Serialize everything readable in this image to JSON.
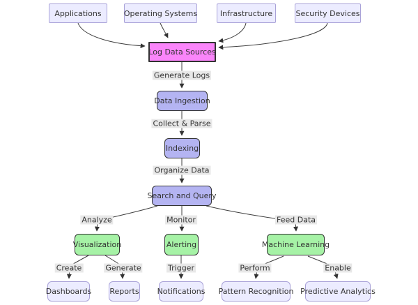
{
  "diagram": {
    "type": "flowchart",
    "direction": "top-down",
    "colors": {
      "node_default_fill": "#ECECFF",
      "node_default_border": "#a9a2d8",
      "source_fill": "#fa85fa",
      "process_fill": "#b4b4f2",
      "analytics_fill": "#a6f2a6",
      "dark_border": "#333333",
      "edge_color": "#3f3f3f",
      "edge_label_bg": "#e8e8e8",
      "text_color": "#333333"
    },
    "nodes": [
      {
        "id": "applications",
        "label": "Applications",
        "kind": "default"
      },
      {
        "id": "operating-systems",
        "label": "Operating Systems",
        "kind": "default"
      },
      {
        "id": "infrastructure",
        "label": "Infrastructure",
        "kind": "default"
      },
      {
        "id": "security-devices",
        "label": "Security Devices",
        "kind": "default"
      },
      {
        "id": "log-data-sources",
        "label": "Log Data Sources",
        "kind": "source"
      },
      {
        "id": "data-ingestion",
        "label": "Data Ingestion",
        "kind": "process"
      },
      {
        "id": "indexing",
        "label": "Indexing",
        "kind": "process"
      },
      {
        "id": "search-and-query",
        "label": "Search and Query",
        "kind": "process"
      },
      {
        "id": "visualization",
        "label": "Visualization",
        "kind": "analytics"
      },
      {
        "id": "alerting",
        "label": "Alerting",
        "kind": "analytics"
      },
      {
        "id": "machine-learning",
        "label": "Machine Learning",
        "kind": "analytics"
      },
      {
        "id": "dashboards",
        "label": "Dashboards",
        "kind": "default"
      },
      {
        "id": "reports",
        "label": "Reports",
        "kind": "default"
      },
      {
        "id": "notifications",
        "label": "Notifications",
        "kind": "default"
      },
      {
        "id": "pattern-recognition",
        "label": "Pattern Recognition",
        "kind": "default"
      },
      {
        "id": "predictive-analytics",
        "label": "Predictive Analytics",
        "kind": "default"
      }
    ],
    "edges": [
      {
        "from": "applications",
        "to": "log-data-sources",
        "label": ""
      },
      {
        "from": "operating-systems",
        "to": "log-data-sources",
        "label": ""
      },
      {
        "from": "infrastructure",
        "to": "log-data-sources",
        "label": ""
      },
      {
        "from": "security-devices",
        "to": "log-data-sources",
        "label": ""
      },
      {
        "from": "log-data-sources",
        "to": "data-ingestion",
        "label": "Generate Logs"
      },
      {
        "from": "data-ingestion",
        "to": "indexing",
        "label": "Collect & Parse"
      },
      {
        "from": "indexing",
        "to": "search-and-query",
        "label": "Organize Data"
      },
      {
        "from": "search-and-query",
        "to": "visualization",
        "label": "Analyze"
      },
      {
        "from": "search-and-query",
        "to": "alerting",
        "label": "Monitor"
      },
      {
        "from": "search-and-query",
        "to": "machine-learning",
        "label": "Feed Data"
      },
      {
        "from": "visualization",
        "to": "dashboards",
        "label": "Create"
      },
      {
        "from": "visualization",
        "to": "reports",
        "label": "Generate"
      },
      {
        "from": "alerting",
        "to": "notifications",
        "label": "Trigger"
      },
      {
        "from": "machine-learning",
        "to": "pattern-recognition",
        "label": "Perform"
      },
      {
        "from": "machine-learning",
        "to": "predictive-analytics",
        "label": "Enable"
      }
    ]
  }
}
